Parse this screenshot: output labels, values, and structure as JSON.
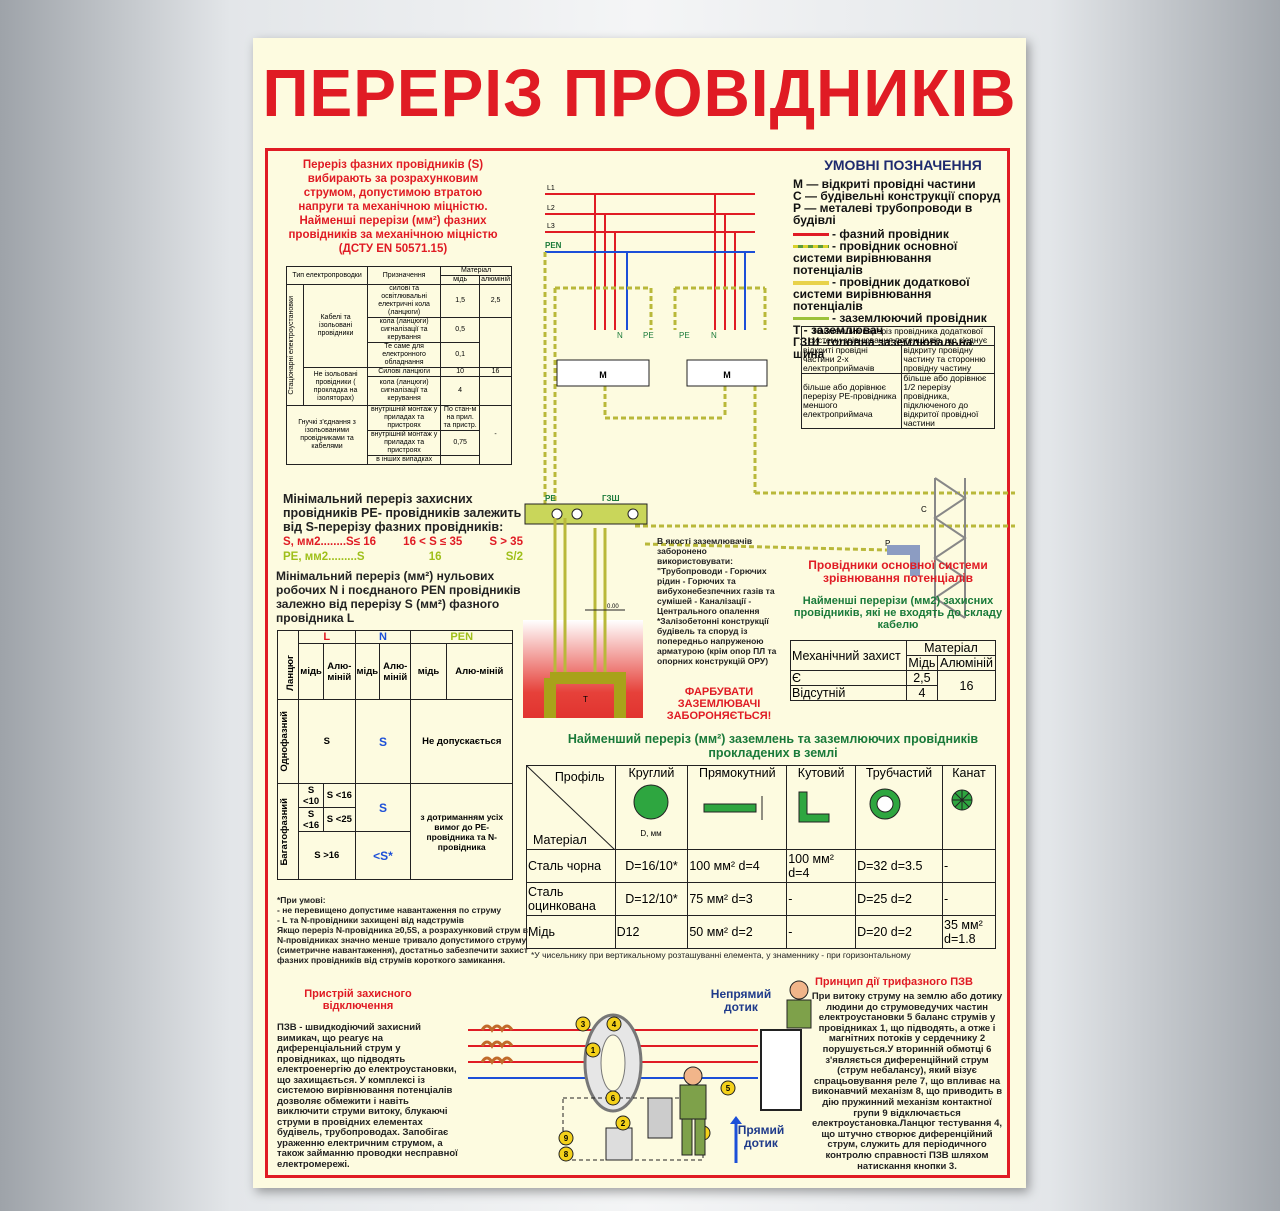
{
  "title": "ПЕРЕРІЗ ПРОВІДНИКІВ",
  "intro": {
    "text": "Переріз фазних провідників (S) вибирають за розрахунковим струмом, допустимою втратою напруги та механічною міцністю. Найменші перерізи (мм²) фазних провідників за механічною міцністю (ДСТУ EN 50571.15)"
  },
  "table1": {
    "headers": [
      "Тип електропроводки",
      "Призначення",
      "Матеріал",
      "мідь",
      "алюміній"
    ],
    "group1": "Стаціонарні електроустановки",
    "sub1": "Кабелі та ізольовані провідники",
    "sub2": "Не ізольовані провідники ( прокладка на ізоляторах)",
    "sub3": "Гнучкі з'єднання з ізольованими провідниками та кабелями",
    "rows": [
      {
        "p": "силові та освітлювальні електричні кола (ланцюги)",
        "cu": "1,5",
        "al": "2,5"
      },
      {
        "p": "кола (ланцюги) сигналізації та керування",
        "cu": "0,5",
        "al": ""
      },
      {
        "p": "Те саме для електронного обладнання",
        "cu": "0,1",
        "al": ""
      },
      {
        "p": "Силові ланцюги",
        "cu": "10",
        "al": "16"
      },
      {
        "p": "кола (ланцюги) сигналізації та керування",
        "cu": "4",
        "al": ""
      },
      {
        "p": "внутрішній монтаж у приладах та пристроях",
        "cu": "По стан-м на прил. та пристр.",
        "al": "-"
      },
      {
        "p": "внутрішній монтаж у приладах та пристроях",
        "cu": "0,75",
        "al": ""
      },
      {
        "p": "в інших випадках",
        "cu": "",
        "al": ""
      }
    ]
  },
  "pe_section": {
    "heading": "Мінімальний переріз захисних провідників PE- провідників залежить від S-перерізу фазних провідників:",
    "row1": [
      "S, мм2........S≤ 16",
      "16 < S ≤ 35",
      "S > 35"
    ],
    "row2": [
      "PE, мм2.........S",
      "16",
      "S/2"
    ]
  },
  "pen_section": {
    "heading": "Мінімальний переріз (мм²) нульових робочих N і поєднаного PEN провідників залежно від перерізу S (мм²) фазного провідника L",
    "cols": [
      "L",
      "N",
      "PEN"
    ],
    "sub": [
      "мідь",
      "Алю-міній",
      "мідь",
      "Алю-міній",
      "мідь",
      "Алю-міній"
    ],
    "rowlabels": [
      "Ланцюг",
      "Однофазний",
      "Багатофазний"
    ],
    "S": "S",
    "not_allowed": "Не допускається",
    "lt10": "S <10",
    "lt16a": "S <16",
    "lt16b": "S <16",
    "lt25": "S <25",
    "gt16": "S >16",
    "ltS": "<S*",
    "cond": "з дотриманням усіх вимог до PE-провідника та N-провідника"
  },
  "notes": {
    "text": "*При умові:\n- не перевищено допустиме навантаження по струму\n- L та N-провідники захищені від надструмів\nЯкщо переріз N-провідника ≥0,5S, а розрахунковий струм в N-провідниках значно менше тривало допустимого струму (симетричне навантаження), достатньо забезпечити захист фазних провідників від струмів короткого замикання."
  },
  "legend": {
    "title": "УМОВНІ ПОЗНАЧЕННЯ",
    "items": [
      "М — відкриті провідні частини",
      "С — будівельні конструкції споруд",
      "Р — металеві трубопроводи в будівлі",
      "- фазний провідник",
      "- провідник основної системи вирівнювання потенціалів",
      "- провідник додаткової системи вирівнювання потенціалів",
      "- заземлюючий провідник",
      "Т - заземлювач",
      "ГЗШ -головна заземлювальна шина"
    ]
  },
  "extra_table": {
    "header": "Найменший переріз провідника додаткової системи зрівнювання потенціалів, що з'єднує",
    "r1a": "відкриті провідні частини 2-х електроприймачів",
    "r1b": "відкриту провідну частину та сторонню провідну частину",
    "r2a": "більше або дорівнює перерізу РЕ-провідника меншого електроприймача",
    "r2b": "більше або дорівнює 1/2 перерізу провідника, підключеного до відкритої провідної частини"
  },
  "diagram": {
    "L1": "L1",
    "L2": "L2",
    "L3": "L3",
    "PEN": "PEN",
    "N": "N",
    "PE": "PE",
    "M": "M",
    "GZSH": "ГЗШ",
    "C": "C",
    "P": "P",
    "T": "T",
    "zero": "0.00"
  },
  "forbidden": {
    "text": "В якості заземлювачів заборонено використовувати: \"Трубопроводи - Горючих рідин - Горючих та вибухонебезпечних газів та сумішей - Каналізації - Центрального опалення *Залізобетонні конструкції будівель та споруд із попередньо напруженою арматурою (крім опор ПЛ та опорних конструкцій ОРУ)",
    "warning": "ФАРБУВАТИ ЗАЗЕМЛЮВАЧІ ЗАБОРОНЯЄТЬСЯ!"
  },
  "main_system": {
    "title": "Провідники основної системи зрівнювання потенціалів",
    "subtitle": "Найменші перерізи (мм2) захисних провідників, які не входять до складу кабелю",
    "h_mech": "Механічний захист",
    "h_mat": "Матеріал",
    "h_cu": "Мідь",
    "h_al": "Алюміній",
    "r1": "Є",
    "r1v": "2,5",
    "r2": "Відсутній",
    "r2v": "4",
    "al": "16"
  },
  "ground_table": {
    "title": "Найменший переріз (мм²) заземлень та заземлюючих провідників прокладених в землі",
    "profile": "Профіль",
    "material": "Матеріал",
    "cols": [
      "Круглий",
      "Прямокутний",
      "Кутовий",
      "Трубчастий",
      "Канат"
    ],
    "dlabel": "D, мм",
    "rows": [
      {
        "m": "Сталь чорна",
        "v": [
          "D=16/10*",
          "100 мм² d=4",
          "100 мм² d=4",
          "D=32 d=3.5",
          "-"
        ]
      },
      {
        "m": "Сталь оцинкована",
        "v": [
          "D=12/10*",
          "75 мм²   d=3",
          "-",
          "D=25  d=2",
          "-"
        ]
      },
      {
        "m": "Мідь",
        "v": [
          "D12",
          "50 мм²   d=2",
          "-",
          "D=20   d=2",
          "35 мм² d=1.8"
        ]
      }
    ],
    "footnote": "*У чисельнику при вертикальному розташуванні елемента, у знаменнику - при горизонтальному"
  },
  "rcd": {
    "title": "Пристрій захисного відключення",
    "text": "ПЗВ - швидкодіючий захисний вимикач, що реагує на диференціальний струм у провідниках, що підводять електроенергію до електроустановки, що захищається. У комплексі із системою вирівнювання потенціалів дозволяє обмежити і навіть виключити струми витоку, блукаючі струми в провідних елементах будівель, трубопроводах. Запобігає ураженню електричним струмом, а також займанню проводки несправної електромережі.",
    "indirect": "Непрямий дотик",
    "direct": "Прямий дотик",
    "nums": [
      "1",
      "2",
      "3",
      "4",
      "5",
      "6",
      "7",
      "8",
      "9"
    ]
  },
  "principle": {
    "title": "Принцип дії трифазного ПЗВ",
    "text": "При витоку струму на землю або дотику людини до струмоведучих частин електроустановки 5 баланс струмів у провідниках 1, що підводять, а отже і магнітних потоків у сердечнику 2 порушується.У вторинній обмотці 6 з'являється диференційний струм (струм небалансу), який візує спрацьовування реле 7, що впливає на виконавчий механізм 8, що приводить в дію пружинний механізм контактної групи 9 відключається електроустановка.Ланцюг тестування 4, що штучно створює диференційний струм, служить для періодичного контролю справності ПЗВ шляхом натискання кнопки 3."
  }
}
